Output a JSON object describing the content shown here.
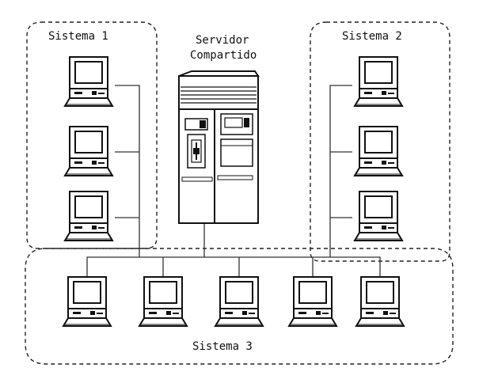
{
  "labels": {
    "sistema1": "Sistema 1",
    "sistema2": "Sistema 2",
    "sistema3": "Sistema 3",
    "servidor_line1": "Servidor",
    "servidor_line2": "Compartido"
  },
  "icons": {
    "workstation": "computer-workstation-icon",
    "server": "server-cabinet-icon"
  },
  "colors": {
    "stroke": "#111111",
    "background": "#ffffff"
  }
}
